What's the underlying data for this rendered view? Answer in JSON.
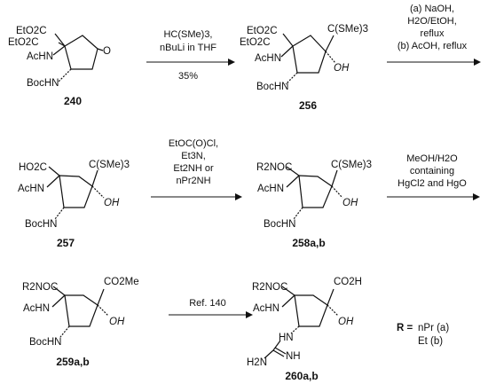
{
  "compounds": {
    "c240": {
      "number": "240",
      "substituents": {
        "ester1": "EtO2C",
        "ester2": "EtO2C",
        "acetamido": "AcHN",
        "boc_amine": "BocHN",
        "ketone": "O"
      }
    },
    "c256": {
      "number": "256",
      "substituents": {
        "ester1": "EtO2C",
        "ester2": "EtO2C",
        "acetamido": "AcHN",
        "boc_amine": "BocHN",
        "orthoester": "C(SMe)3",
        "hydroxy": "OH"
      }
    },
    "c257": {
      "number": "257",
      "substituents": {
        "acid": "HO2C",
        "acetamido": "AcHN",
        "boc_amine": "BocHN",
        "orthoester": "C(SMe)3",
        "hydroxy": "OH"
      }
    },
    "c258": {
      "number": "258a,b",
      "substituents": {
        "amide": "R2NOC",
        "acetamido": "AcHN",
        "boc_amine": "BocHN",
        "orthoester": "C(SMe)3",
        "hydroxy": "OH"
      }
    },
    "c259": {
      "number": "259a,b",
      "substituents": {
        "amide": "R2NOC",
        "acetamido": "AcHN",
        "boc_amine": "BocHN",
        "ester": "CO2Me",
        "hydroxy": "OH"
      }
    },
    "c260": {
      "number": "260a,b",
      "substituents": {
        "amide": "R2NOC",
        "acetamido": "AcHN",
        "acid": "CO2H",
        "hydroxy": "OH",
        "guanidine_nh": "HN",
        "guanidine_imine": "NH",
        "guanidine_amine": "H2N"
      }
    }
  },
  "reactions": {
    "r1": {
      "above": [
        "HC(SMe)3,",
        "nBuLi in THF"
      ],
      "below": [
        "35%"
      ]
    },
    "r2": {
      "above": [
        "(a) NaOH,",
        "H2O/EtOH,",
        "reflux",
        "(b) AcOH, reflux"
      ]
    },
    "r3": {
      "above": [
        "EtOC(O)Cl,",
        "Et3N,",
        "Et2NH or",
        "nPr2NH"
      ]
    },
    "r4": {
      "above": [
        "MeOH/H2O",
        "containing",
        "HgCl2 and HgO"
      ]
    },
    "r5": {
      "above": [
        "Ref. 140"
      ]
    }
  },
  "legend": {
    "r_label": "R =",
    "option1": "nPr (a)",
    "option2": "Et (b)"
  }
}
